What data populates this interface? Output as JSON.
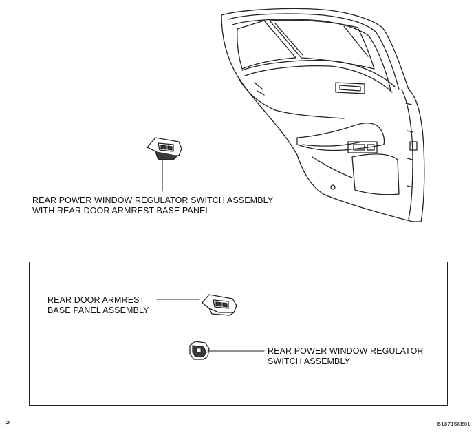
{
  "main_view": {
    "switch_with_base_label": [
      "REAR POWER WINDOW REGULATOR SWITCH ASSEMBLY",
      "WITH REAR DOOR ARMREST BASE PANEL"
    ]
  },
  "detail_view": {
    "base_panel_label": [
      "REAR DOOR ARMREST",
      "BASE PANEL ASSEMBLY"
    ],
    "switch_label": [
      "REAR POWER WINDOW REGULATOR",
      "SWITCH ASSEMBLY"
    ]
  },
  "footer": {
    "corner_mark": "P",
    "figure_id": "B187158E01"
  },
  "colors": {
    "line": "#222222",
    "fill_dark": "#3a3a3a"
  }
}
